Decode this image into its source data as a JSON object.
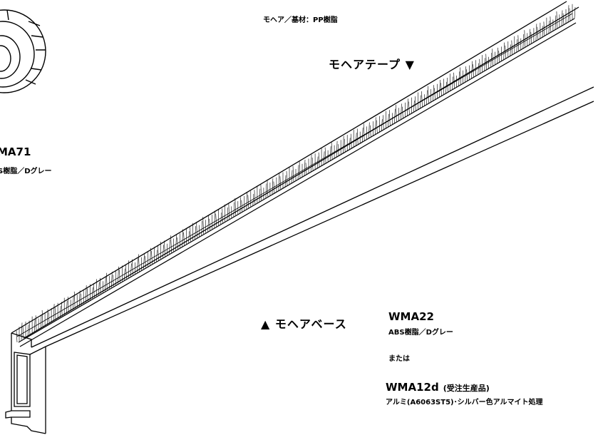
{
  "labels": {
    "top_note": "モヘア／基材：PP樹脂",
    "tape_label": "モヘアテープ ▼",
    "wma71_code": "MA71",
    "wma71_material": "S樹脂／Dグレー",
    "base_label": "▲ モヘアベース",
    "wma22_code": "WMA22",
    "wma22_material": "ABS樹脂／Dグレー",
    "or_text": "または",
    "wma12_code": "WMA12d",
    "wma12_note": "(受注生産品)",
    "wma12_material": "アルミ(A6063ST5)･シルバー色アルマイト処理"
  },
  "colors": {
    "line": "#000000",
    "background": "#ffffff"
  }
}
